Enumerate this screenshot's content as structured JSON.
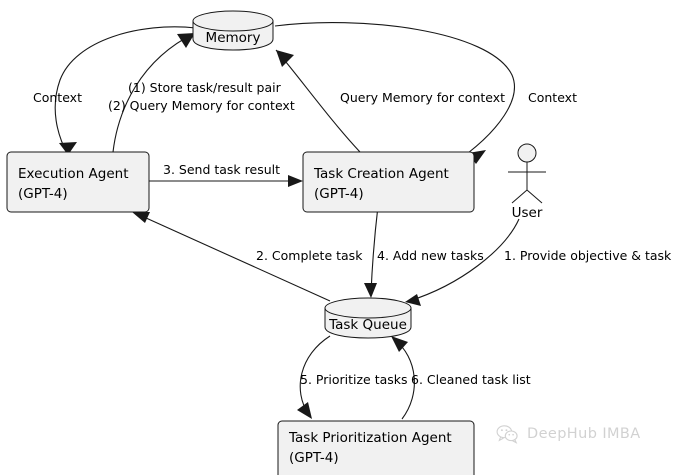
{
  "diagram": {
    "title": "BabyAGI agent architecture flow",
    "style": {
      "node_fill": "#F1F1F1",
      "stroke": "#181818",
      "background": "#FFFFFF",
      "text": "#000000"
    },
    "nodes": [
      {
        "id": "memory",
        "type": "database-cylinder",
        "label": "Memory"
      },
      {
        "id": "execution_agent",
        "type": "rectangle",
        "label_line1": "Execution Agent",
        "label_line2": "(GPT-4)"
      },
      {
        "id": "task_creation_agent",
        "type": "rectangle",
        "label_line1": "Task Creation Agent",
        "label_line2": "(GPT-4)"
      },
      {
        "id": "task_queue",
        "type": "database-cylinder",
        "label": "Task Queue"
      },
      {
        "id": "task_prioritization_agent",
        "type": "rectangle",
        "label_line1": "Task Prioritization Agent",
        "label_line2": "(GPT-4)"
      },
      {
        "id": "user",
        "type": "actor",
        "label": "User"
      }
    ],
    "edge_labels": {
      "memory_to_execution": "Context",
      "execution_to_memory_line1": "(1) Store task/result pair",
      "execution_to_memory_line2": "(2) Query Memory for context",
      "creation_to_memory": "Query Memory for context",
      "memory_to_creation": "Context",
      "execution_to_creation": "3. Send task result",
      "queue_to_execution": "2. Complete task",
      "creation_to_queue": "4. Add new tasks",
      "user_to_queue": "1. Provide objective & task",
      "queue_to_prioritization": "5. Prioritize tasks",
      "prioritization_to_queue": "6. Cleaned task list"
    }
  },
  "watermark": {
    "text": "DeepHub IMBA",
    "icon": "wechat-icon"
  }
}
